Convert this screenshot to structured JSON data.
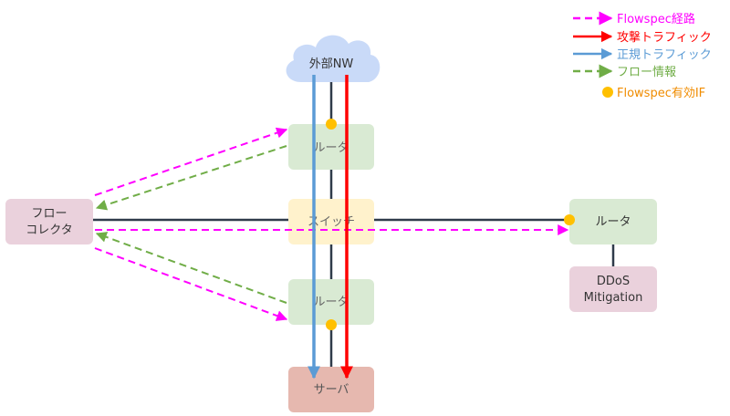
{
  "legend": {
    "flowspec_route": "Flowspec経路",
    "attack_traffic": "攻撃トラフィック",
    "normal_traffic": "正規トラフィック",
    "flow_info": "フロー情報",
    "flowspec_if": "Flowspec有効IF"
  },
  "nodes": {
    "external_nw": "外部NW",
    "router_top": "ルータ",
    "switch": "スイッチ",
    "router_bottom": "ルータ",
    "server": "サーバ",
    "flow_collector_line1": "フロー",
    "flow_collector_line2": "コレクタ",
    "router_right": "ルータ",
    "ddos_line1": "DDoS",
    "ddos_line2": "Mitigation"
  },
  "colors": {
    "flowspec": "#ff00ff",
    "attack": "#ff0000",
    "normal": "#5b9bd5",
    "flow": "#70ad47",
    "flowspec_if": "#ffc000",
    "link": "#2f3b4a",
    "router_fill": "#d9ead3",
    "switch_fill": "#fff2cc",
    "collector_fill": "#ead1dc",
    "server_fill": "#e6b8af",
    "cloud_fill": "#c9daf8"
  }
}
